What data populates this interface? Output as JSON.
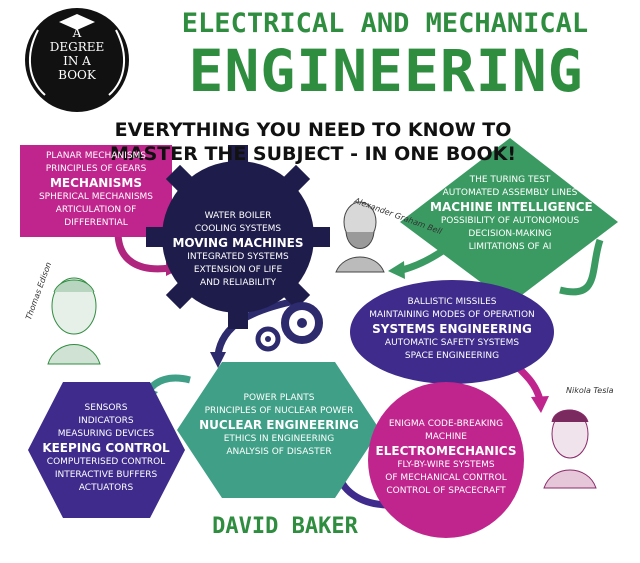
{
  "badge": {
    "line1": "A",
    "line2": "DEGREE",
    "line3": "IN A",
    "line4": "BOOK"
  },
  "title": {
    "line1": "ELECTRICAL AND MECHANICAL",
    "line2": "ENGINEERING"
  },
  "tagline": {
    "line1": "EVERYTHING YOU NEED TO KNOW TO",
    "line2": "MASTER THE SUBJECT - IN ONE BOOK!"
  },
  "author": "DAVID BAKER",
  "colors": {
    "green": "#2f8d3f",
    "magenta": "#c0258d",
    "navy": "#1e1c4a",
    "purple": "#3e2b8c",
    "teal": "#3f9f87"
  },
  "portraits": [
    {
      "label": "Alexander Graham Bell",
      "icon": "bell-portrait"
    },
    {
      "label": "Thomas Edison",
      "icon": "edison-portrait"
    },
    {
      "label": "Nikola Tesla",
      "icon": "tesla-portrait"
    }
  ],
  "mechanisms": {
    "lines": [
      "PLANAR MECHANISMS",
      "PRINCIPLES OF GEARS"
    ],
    "heading": "MECHANISMS",
    "lines2": [
      "SPHERICAL MECHANISMS",
      "ARTICULATION OF",
      "DIFFERENTIAL"
    ]
  },
  "moving_machines": {
    "lines": [
      "WATER BOILER",
      "COOLING SYSTEMS"
    ],
    "heading": "MOVING MACHINES",
    "lines2": [
      "INTEGRATED SYSTEMS",
      "EXTENSION OF LIFE",
      "AND RELIABILITY"
    ]
  },
  "machine_intelligence": {
    "lines": [
      "THE TURING TEST",
      "AUTOMATED ASSEMBLY LINES"
    ],
    "heading": "MACHINE INTELLIGENCE",
    "lines2": [
      "POSSIBILITY OF AUTONOMOUS",
      "DECISION-MAKING",
      "LIMITATIONS OF AI"
    ]
  },
  "systems_engineering": {
    "lines": [
      "BALLISTIC MISSILES",
      "MAINTAINING MODES OF OPERATION"
    ],
    "heading": "SYSTEMS ENGINEERING",
    "lines2": [
      "AUTOMATIC SAFETY SYSTEMS",
      "SPACE ENGINEERING"
    ]
  },
  "nuclear_engineering": {
    "lines": [
      "POWER PLANTS",
      "PRINCIPLES OF NUCLEAR POWER"
    ],
    "heading": "NUCLEAR ENGINEERING",
    "lines2": [
      "ETHICS IN ENGINEERING",
      "ANALYSIS OF DISASTER"
    ]
  },
  "keeping_control": {
    "lines": [
      "SENSORS",
      "INDICATORS",
      "MEASURING DEVICES"
    ],
    "heading": "KEEPING CONTROL",
    "lines2": [
      "COMPUTERISED CONTROL",
      "INTERACTIVE BUFFERS",
      "ACTUATORS"
    ]
  },
  "electromechanics": {
    "lines": [
      "ENIGMA CODE-BREAKING",
      "MACHINE"
    ],
    "heading": "ELECTROMECHANICS",
    "lines2": [
      "FLY-BY-WIRE SYSTEMS",
      "OF MECHANICAL CONTROL",
      "CONTROL OF SPACECRAFT"
    ]
  }
}
